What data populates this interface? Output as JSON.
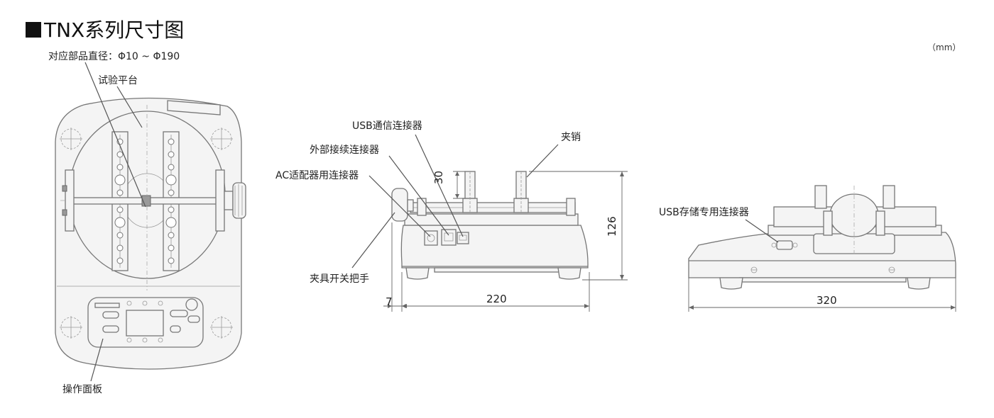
{
  "title": "TNX系列尺寸图",
  "unit": "（mm）",
  "labels": {
    "part_diameter": "对应部品直径：Φ10 ~ Φ190",
    "test_platform": "试验平台",
    "operation_panel": "操作面板",
    "usb_comm_connector": "USB通信连接器",
    "clamp_pin": "夹销",
    "external_connector": "外部接续连接器",
    "ac_adapter_connector": "AC适配器用连接器",
    "clamp_switch_handle": "夹具开关把手",
    "usb_storage_connector": "USB存储专用连接器"
  },
  "dimensions": {
    "pin_height": "30",
    "body_height": "126",
    "handle_offset": "7",
    "side_width": "220",
    "rear_width": "320"
  }
}
